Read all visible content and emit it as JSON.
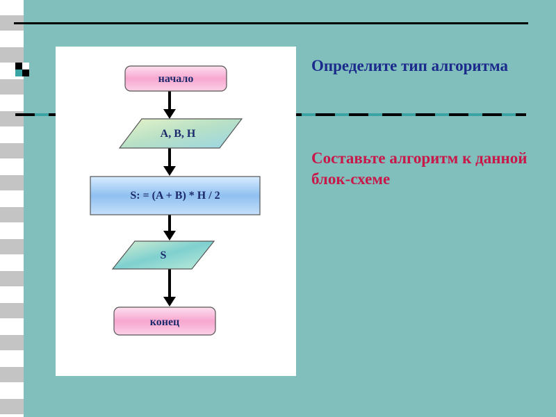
{
  "slide": {
    "heading": "Определите тип алгоритма",
    "task": "Составьте алгоритм к данной блок-схеме"
  },
  "flowchart": {
    "blocks": [
      {
        "kind": "terminator",
        "label": "начало"
      },
      {
        "kind": "input",
        "label": "A, B, H"
      },
      {
        "kind": "process",
        "label": "S: = (A + B) * H / 2"
      },
      {
        "kind": "output",
        "label": "S"
      },
      {
        "kind": "terminator",
        "label": "конец"
      }
    ]
  },
  "colors": {
    "background": "#80bfbc",
    "heading": "#1c2a8c",
    "task": "#c8184a",
    "terminator_fill": "#f9b6d8",
    "process_fill": "#9ec8f2",
    "io_fill_a": "#c9e6a8",
    "io_fill_b": "#a6dce6"
  }
}
